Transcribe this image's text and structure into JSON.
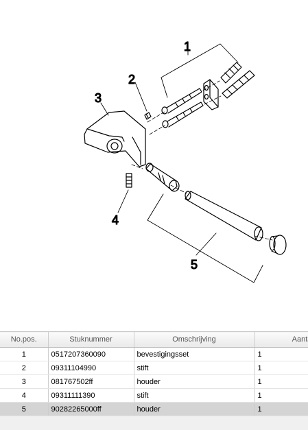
{
  "callouts": {
    "c1": "1",
    "c2": "2",
    "c3": "3",
    "c4": "4",
    "c5": "5"
  },
  "table": {
    "headers": {
      "pos": "No.pos.",
      "part": "Stuknummer",
      "desc": "Omschrijving",
      "qty": "Aantal c"
    },
    "rows": [
      {
        "pos": "1",
        "part": "0517207360090",
        "desc": "bevestigingsset",
        "qty": "1"
      },
      {
        "pos": "2",
        "part": "09311104990",
        "desc": "stift",
        "qty": "1"
      },
      {
        "pos": "3",
        "part": "081767502ff",
        "desc": "houder",
        "qty": "1"
      },
      {
        "pos": "4",
        "part": "09311111390",
        "desc": "stift",
        "qty": "1"
      },
      {
        "pos": "5",
        "part": "90282265000ff",
        "desc": "houder",
        "qty": "1"
      }
    ],
    "selected_row": "5"
  },
  "colors": {
    "table_bg": "#f0f0f0",
    "selected_row": "#d4d4d4",
    "line": "#000000"
  }
}
